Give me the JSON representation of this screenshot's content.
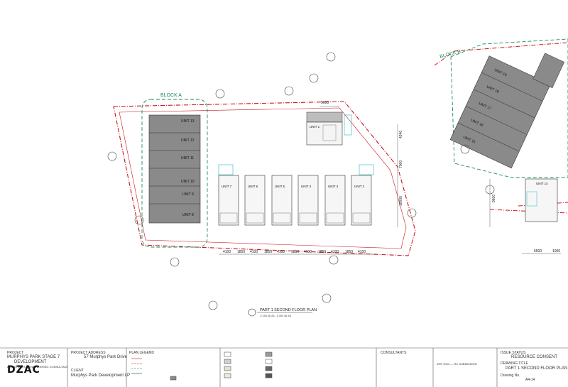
{
  "drawing": {
    "block_a_label": "BLOCK  A",
    "block_b_label": "BLOCK  B",
    "block_a_units": [
      "UNIT 13",
      "UNIT 12",
      "UNIT 11",
      "UNIT 10",
      "UNIT 9",
      "UNIT 8"
    ],
    "block_b_units": [
      "UNIT 19",
      "UNIT 18",
      "UNIT 17",
      "UNIT 16",
      "UNIT 15"
    ],
    "row_units": [
      "UNIT 7",
      "UNIT 6",
      "UNIT 5",
      "UNIT 4",
      "UNIT 3",
      "UNIT 2"
    ],
    "unit_1_label": "UNIT 1",
    "unit_14_label": "UNIT 14",
    "dims_bottom": [
      "4100",
      "1850",
      "4100",
      "1850",
      "4100",
      "1850",
      "4100",
      "1850",
      "4100",
      "1850",
      "4100"
    ],
    "dim_top": "9600",
    "dim_right_a": "4240",
    "dim_right_b": "7000",
    "dim_right_c": "10000",
    "dim_far_right": "9600",
    "dim_br_a": "5500",
    "dim_br_b": "1000",
    "plan_title": "PART 1 SECOND FLOOR PLAN",
    "plan_scale": "1:150 @ A1, 1:300 @ A3"
  },
  "title_block": {
    "project_label": "PROJECT",
    "project_name_1": "MURPHYS PARK STAGE 7",
    "project_name_2": "DEVELOPMENT",
    "company_tagline": "ARCHITECTS & ENGINEERING CONSULTANT",
    "logo": "DZAC",
    "client_label": "CLIENT",
    "client_name": "Murphys Park Development LP",
    "address_label": "PROJECT ADDRESS",
    "address": "57 Murphys Park Drive",
    "plan_legend_label": "PLAN LEGEND",
    "consultants_label": "CONSULTANTS",
    "issue_status_label": "ISSUE STATUS",
    "issue_status": "RESOURCE CONSENT",
    "drawing_title_label": "DRAWING TITLE",
    "drawing_title": "PART 1 SECOND FLOOR PLAN",
    "revision_entry": "APR 2023 — RC SUBMISSION",
    "drawing_no_label": "Drawing No.",
    "drawing_no": "A4-14"
  },
  "colors": {
    "boundary_red": "#c8161d",
    "block_green": "#1f8a5a",
    "unit_fill": "#8a8a8a",
    "teal": "#22b8c8"
  }
}
